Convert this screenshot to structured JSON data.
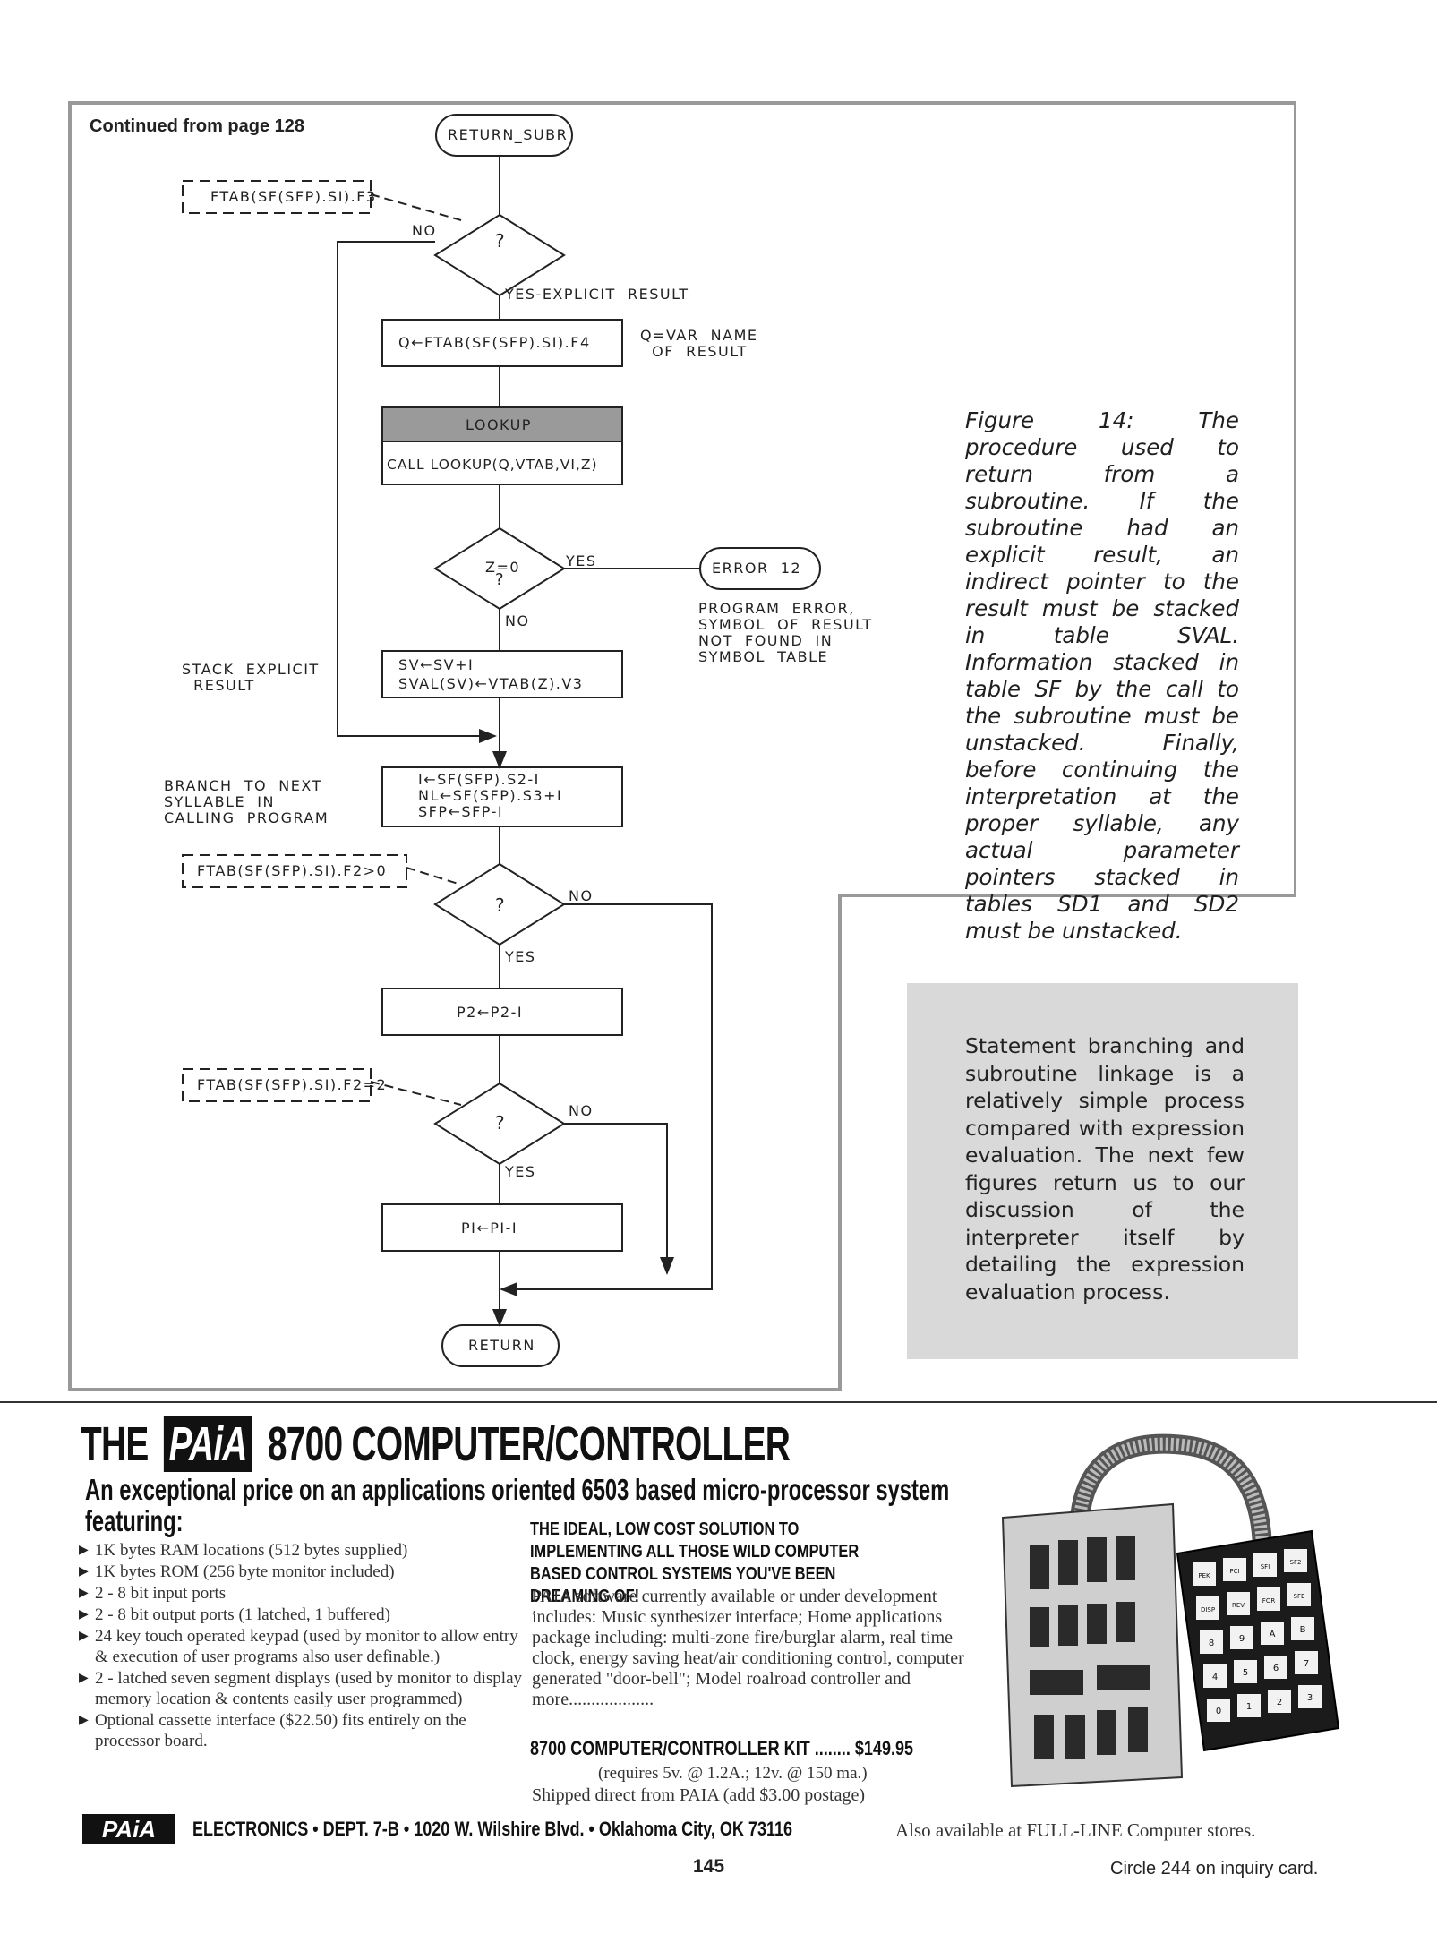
{
  "flowchart": {
    "continued": "Continued from page 128",
    "start_terminal": "RETURN_SUBR",
    "decision1_cond": "FTAB(SF(SFP).SI).F3",
    "decision_q": "?",
    "no": "NO",
    "yes": "YES",
    "yes_explicit": "YES-EXPLICIT  RESULT",
    "box_q": "Q←FTAB(SF(SFP).SI).F4",
    "q_note": "Q=VAR  NAME\n  OF  RESULT",
    "lookup_header": "LOOKUP",
    "lookup_call": "CALL LOOKUP(Q,VTAB,VI,Z)",
    "decision_z": "Z=0",
    "error_terminal": "ERROR  12",
    "error_note": "PROGRAM  ERROR,\nSYMBOL  OF  RESULT\nNOT  FOUND  IN\nSYMBOL  TABLE",
    "stack_note": "STACK  EXPLICIT\n  RESULT",
    "sv_box_line1": "SV←SV+I",
    "sv_box_line2": "SVAL(SV)←VTAB(Z).V3",
    "branch_note": "BRANCH  TO  NEXT\nSYLLABLE  IN\nCALLING  PROGRAM",
    "box_i_line1": "I←SF(SFP).S2-I",
    "box_i_line2": "NL←SF(SFP).S3+I",
    "box_i_line3": "SFP←SFP-I",
    "decision2_cond": "FTAB(SF(SFP).SI).F2>0",
    "box_p2": "P2←P2-I",
    "decision3_cond": "FTAB(SF(SFP).SI).F2=2",
    "box_p1": "PI←PI-I",
    "end_terminal": "RETURN"
  },
  "caption": "Figure 14: The procedure used to return from a subroutine. If the subroutine had an explicit result, an indirect pointer to the result must be stacked in table SVAL. Information stacked in table SF by the call to the subroutine must be unstacked. Finally, before continuing the interpretation at the proper syllable, any actual parameter pointers stacked in tables SD1 and SD2 must be unstacked.",
  "callout": "Statement branching and subroutine linkage is a relatively simple process compared with expression evaluation. The next few figures return us to our discussion of the interpreter itself by detailing the expression evaluation process.",
  "ad": {
    "title_pre": "THE",
    "logo": "PAiA",
    "title_post": "8700 COMPUTER/CONTROLLER",
    "subtitle": "An exceptional price on an applications oriented 6503 based micro-processor system",
    "featuring": "featuring:",
    "features": [
      "1K bytes RAM locations (512 bytes supplied)",
      "1K bytes ROM (256 byte monitor included)",
      "2 - 8 bit input ports",
      "2 - 8 bit output ports (1 latched, 1 buffered)",
      "24 key touch operated keypad (used by monitor to allow entry & execution of user programs also user definable.)",
      "2 - latched seven segment displays (used by monitor to display memory location & contents easily user programmed)",
      "Optional cassette interface ($22.50) fits entirely on the processor board."
    ],
    "headline": "THE IDEAL, LOW COST SOLUTION TO IMPLEMENTING ALL THOSE WILD COMPUTER BASED CONTROL SYSTEMS YOU'VE BEEN DREAMING OF!",
    "body": "PAIA software currently available or under development includes: Music synthesizer interface; Home applications package including: multi-zone fire/burglar alarm, real time clock, energy saving heat/air conditioning control, computer generated \"door-bell\"; Model roalroad controller and more...................",
    "kit": "8700 COMPUTER/CONTROLLER KIT ........ $149.95",
    "requires": "(requires 5v. @ 1.2A.; 12v. @ 150 ma.)",
    "shipped": "Shipped direct from PAIA (add $3.00 postage)",
    "address": "ELECTRONICS • DEPT. 7-B • 1020 W. Wilshire Blvd. • Oklahoma City, OK 73116",
    "also": "Also available at FULL-LINE Computer stores.",
    "keypad_keys": [
      "PEK",
      "PCI",
      "SFI",
      "SF2",
      "DISP",
      "REV",
      "FOR",
      "SFE",
      "8",
      "9",
      "A",
      "B",
      "4",
      "5",
      "6",
      "7",
      "0",
      "1",
      "2",
      "3"
    ]
  },
  "page_number": "145",
  "inquiry": "Circle 244 on inquiry card."
}
